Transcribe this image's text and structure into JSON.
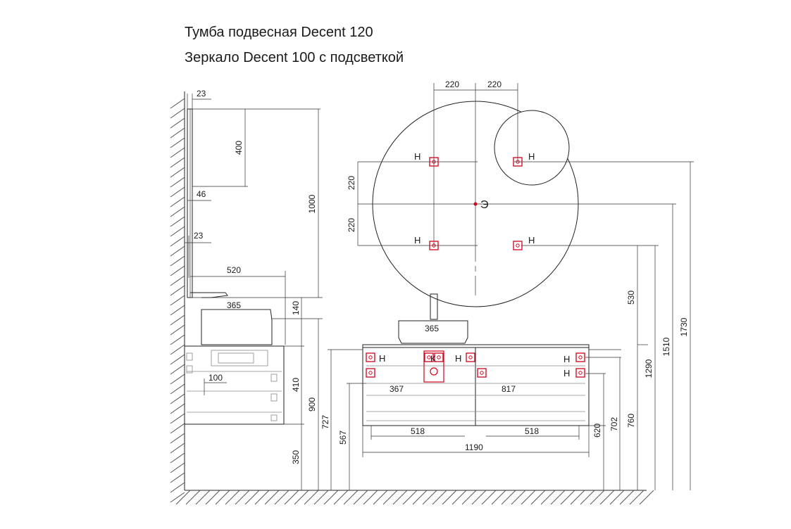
{
  "titles": {
    "line1": "Тумба подвесная Decent 120",
    "line2": "Зеркало Decent 100 с подсветкой"
  },
  "markers": {
    "water": "H",
    "power": "Э",
    "drain": "K"
  },
  "colors": {
    "lines": "#222222",
    "marker_red": "#d0021b",
    "hatch": "#555555"
  },
  "dims": {
    "side_23_top": "23",
    "side_400": "400",
    "side_1000": "1000",
    "side_46": "46",
    "side_23_mid": "23",
    "side_520": "520",
    "side_365": "365",
    "side_140": "140",
    "side_100": "100",
    "side_410": "410",
    "side_900": "900",
    "side_350": "350",
    "front_220_a": "220",
    "front_220_b": "220",
    "front_220_c": "220",
    "front_220_d": "220",
    "front_365": "365",
    "front_367": "367",
    "front_817": "817",
    "front_518_a": "518",
    "front_518_b": "518",
    "front_1190": "1190",
    "front_727": "727",
    "front_567": "567",
    "front_530": "530",
    "front_1290": "1290",
    "front_1510": "1510",
    "front_1730": "1730",
    "front_760": "760",
    "front_702": "702",
    "front_620": "620"
  }
}
